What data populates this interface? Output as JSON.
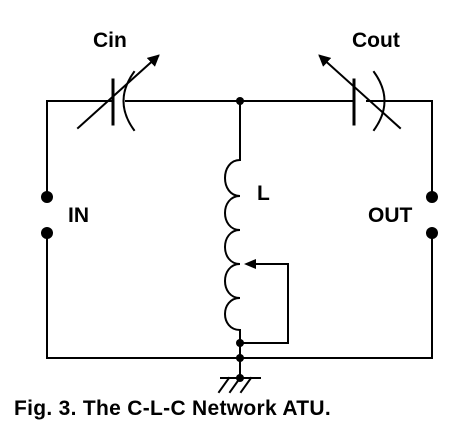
{
  "labels": {
    "cin": "Cin",
    "cout": "Cout",
    "inductor": "L",
    "input": "IN",
    "output": "OUT"
  },
  "caption": "Fig. 3.  The C-L-C Network ATU.",
  "colors": {
    "ink": "#000000",
    "background": "#ffffff"
  }
}
